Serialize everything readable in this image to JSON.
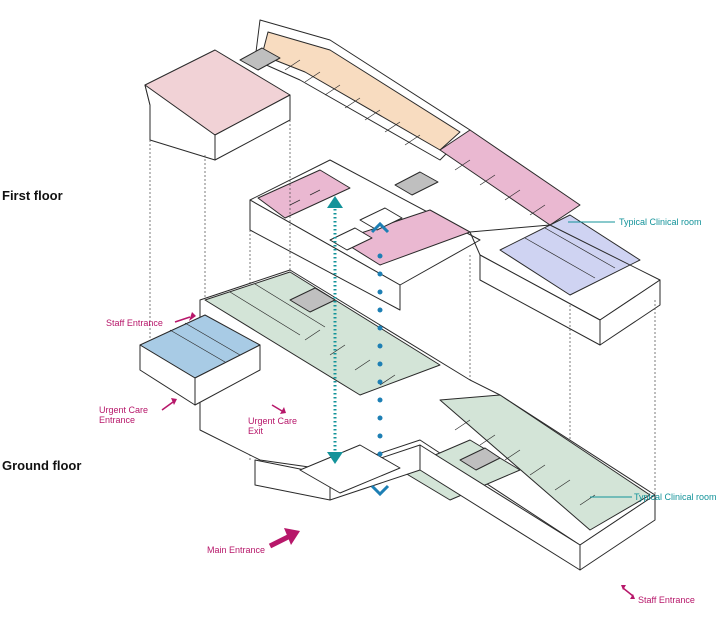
{
  "floors": {
    "first": "First floor",
    "ground": "Ground floor"
  },
  "labels": {
    "staff_entrance_left": "Staff Entrance",
    "urgent_care_entrance_line1": "Urgent Care",
    "urgent_care_entrance_line2": "Entrance",
    "urgent_care_exit_line1": "Urgent Care",
    "urgent_care_exit_line2": "Exit",
    "main_entrance": "Main Entrance",
    "staff_entrance_right": "Staff Entrance",
    "typical_clinical_room_first": "Typical Clinical room",
    "typical_clinical_room_ground": "Typical Clinical room"
  },
  "colors": {
    "line": "#2a2a2a",
    "wall": "#ffffff",
    "peach": "#f8dcc0",
    "rose": "#f1d2d6",
    "pink": "#eab8d1",
    "lavender": "#cfd3f2",
    "green": "#d3e4d7",
    "blue": "#a8cbe5",
    "grey": "#bfbfbf",
    "magenta": "#b7176a",
    "teal": "#13939a",
    "dot_blue": "#1d7fb4"
  }
}
